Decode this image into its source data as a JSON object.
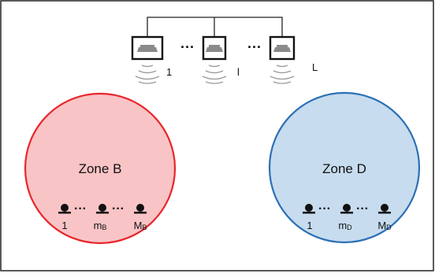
{
  "speakers": [
    {
      "label": "1"
    },
    {
      "label": "l"
    },
    {
      "label": "L"
    }
  ],
  "speaker_ellipsis": "···",
  "zones": [
    {
      "label": "Zone B",
      "fill": "#f9c4c6",
      "stroke": "#e8262b",
      "mics": [
        {
          "main": "1",
          "sub": ""
        },
        {
          "main": "m",
          "sub": "B"
        },
        {
          "main": "M",
          "sub": "B"
        }
      ]
    },
    {
      "label": "Zone D",
      "fill": "#c7dcee",
      "stroke": "#2b70b5",
      "mics": [
        {
          "main": "1",
          "sub": ""
        },
        {
          "main": "m",
          "sub": "D"
        },
        {
          "main": "M",
          "sub": "D"
        }
      ]
    }
  ],
  "mic_ellipsis": "···"
}
